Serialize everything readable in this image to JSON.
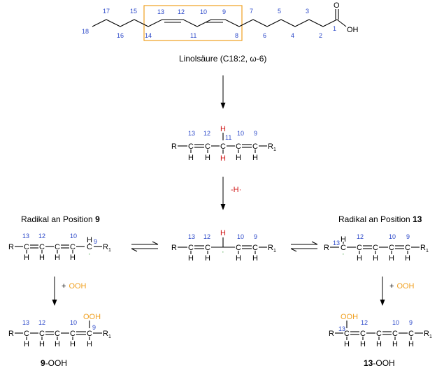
{
  "top": {
    "caption": "Linolsäure (C18:2, ω-6)",
    "cooh": {
      "o": "O",
      "oh": "OH"
    },
    "box_color": "#f0a020",
    "numbers": [
      "18",
      "17",
      "16",
      "15",
      "14",
      "13",
      "12",
      "11",
      "10",
      "9",
      "8",
      "7",
      "6",
      "5",
      "4",
      "3",
      "2",
      "1"
    ]
  },
  "atoms": {
    "c": "C",
    "h": "H",
    "r": "R",
    "r1": "R",
    "r1_sub": "1",
    "dot": "·"
  },
  "steps": {
    "abstraction": "-H·",
    "add_left": "+ OOH",
    "add_right": "+ OOH",
    "add_left_plus": "+",
    "add_left_ooh": "OOH",
    "add_right_plus": "+",
    "add_right_ooh": "OOH"
  },
  "radicals": {
    "left_title_prefix": "Radikal an Position ",
    "left_title_bold": "9",
    "right_title_prefix": "Radikal an Position ",
    "right_title_bold": "13"
  },
  "products": {
    "left_bold": "9",
    "left_suffix": "-OOH",
    "right_bold": "13",
    "right_suffix": "-OOH",
    "ooh": "OOH"
  },
  "chain_numbers": {
    "n13": "13",
    "n12": "12",
    "n11": "11",
    "n10": "10",
    "n9": "9"
  },
  "colors": {
    "number_blue": "#2946c8",
    "h_red": "#d01818",
    "ooh_orange": "#f0a020"
  }
}
